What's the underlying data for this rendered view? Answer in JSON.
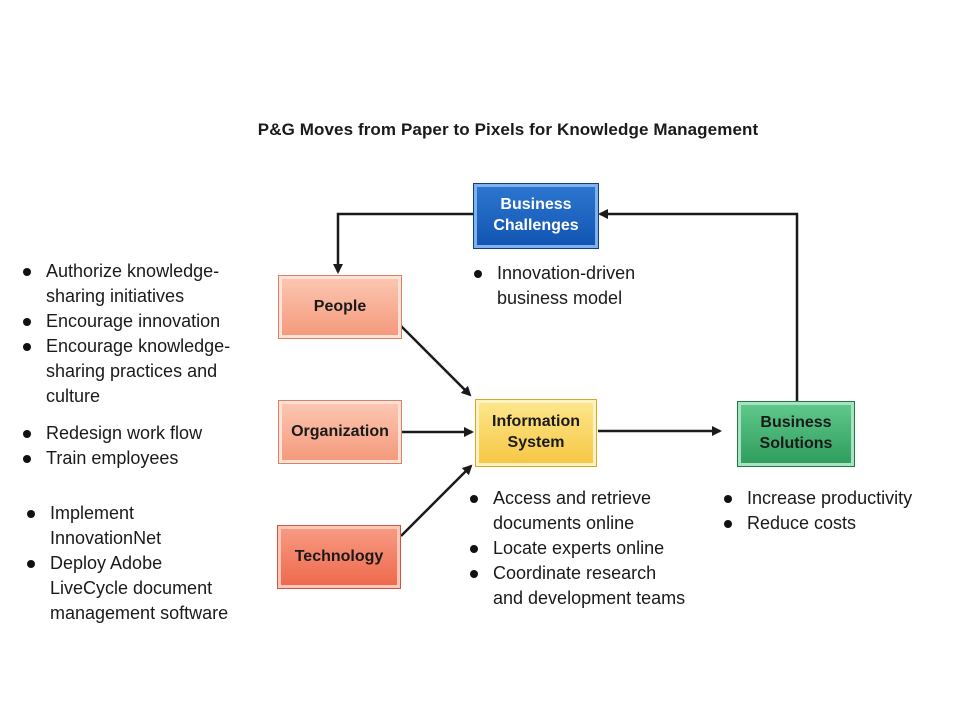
{
  "title": "P&G Moves from Paper to Pixels for Knowledge Management",
  "boxes": {
    "business_challenges": "Business\nChallenges",
    "people": "People",
    "organization": "Organization",
    "technology": "Technology",
    "information_system": "Information\nSystem",
    "business_solutions": "Business\nSolutions"
  },
  "bullets": {
    "people": [
      "Authorize knowledge-\nsharing initiatives",
      "Encourage innovation",
      "Encourage knowledge-\nsharing practices and\nculture"
    ],
    "organization": [
      "Redesign work flow",
      "Train employees"
    ],
    "technology": [
      "Implement\nInnovationNet",
      "Deploy Adobe\nLiveCycle document\nmanagement software"
    ],
    "business_challenges": [
      "Innovation-driven\nbusiness model"
    ],
    "information_system": [
      "Access and retrieve\ndocuments online",
      "Locate experts online",
      "Coordinate research\nand development teams"
    ],
    "business_solutions": [
      "Increase productivity",
      "Reduce costs"
    ]
  },
  "colors": {
    "business_challenges": "#1a5fbf",
    "people": "#f8b094",
    "organization": "#f8b094",
    "technology": "#f1795b",
    "information_system": "#f9d65a",
    "business_solutions": "#3fae6c",
    "arrow": "#1a1a1a"
  }
}
